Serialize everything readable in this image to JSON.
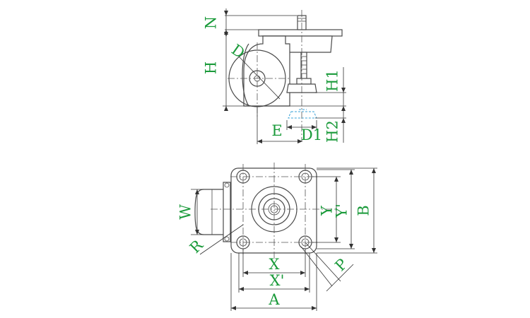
{
  "labels": {
    "N": "N",
    "H": "H",
    "D": "D",
    "H1": "H1",
    "H2": "H2",
    "E": "E",
    "D1": "D1",
    "W": "W",
    "R": "R",
    "Y": "Y",
    "Y_prime": "Y'",
    "B": "B",
    "X": "X",
    "X_prime": "X'",
    "A": "A",
    "P": "P"
  },
  "colors": {
    "label": "#1a9a3a",
    "line": "#4a4a4a",
    "hidden_line": "#3aa3d8"
  }
}
